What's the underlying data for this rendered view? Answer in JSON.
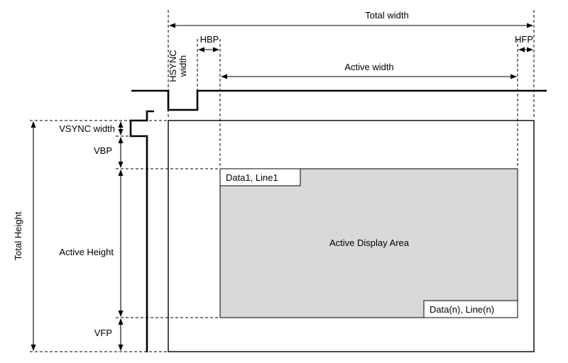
{
  "diagram": {
    "horizontal": {
      "total_width_label": "Total width",
      "hsync_width_line1": "HSYNC",
      "hsync_width_line2": "width",
      "hbp_label": "HBP",
      "active_width_label": "Active width",
      "hfp_label": "HFP"
    },
    "vertical": {
      "total_height_label": "Total Height",
      "vsync_width_label": "VSYNC width",
      "vbp_label": "VBP",
      "active_height_label": "Active Height",
      "vfp_label": "VFP"
    },
    "display": {
      "first_data_label": "Data1, Line1",
      "last_data_label": "Data(n), Line(n)",
      "area_label": "Active Display Area"
    },
    "colors": {
      "active_area_fill": "#d9d9d9",
      "line_color": "#000000"
    }
  }
}
